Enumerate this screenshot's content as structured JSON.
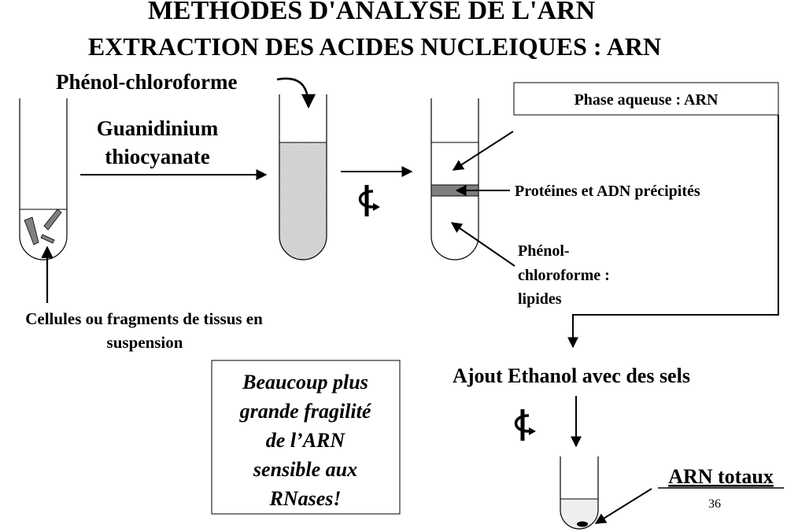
{
  "title": {
    "line1": "METHODES D'ANALYSE DE L'ARN",
    "line2": "EXTRACTION DES ACIDES NUCLEIQUES : ARN"
  },
  "labels": {
    "phenol_chloroforme": "Phénol-chloroforme",
    "guanidinium_line1": "Guanidinium",
    "guanidinium_line2": "thiocyanate",
    "phase_aqueuse": "Phase aqueuse : ARN",
    "proteines_adn": "Protéines et ADN précipités",
    "phenol_lipides_line1": "Phénol-",
    "phenol_lipides_line2": "chloroforme :",
    "phenol_lipides_line3": "lipides",
    "cellules_line1": "Cellules ou fragments de tissus en",
    "cellules_line2": "suspension",
    "ajout_ethanol": "Ajout Ethanol avec des sels",
    "arn_totaux": "ARN totaux",
    "page_number": "36"
  },
  "note": {
    "line1": "Beaucoup plus",
    "line2": "grande fragilité",
    "line3": "de l’ARN",
    "line4": "sensible aux",
    "line5": "RNases!"
  },
  "colors": {
    "text": "#000000",
    "phenol_fill": "#d9d9d9",
    "protein_band": "#7f7f7f",
    "tissue": "#808080"
  },
  "icons": {
    "centrifuge_1": "centrifuge-icon",
    "centrifuge_2": "centrifuge-icon"
  }
}
